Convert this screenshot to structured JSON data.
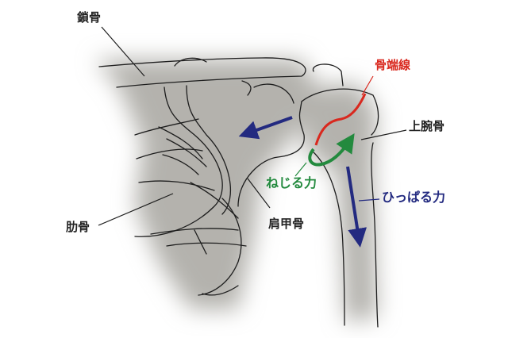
{
  "labels": {
    "clavicle": "鎖骨",
    "growth_plate": "骨端線",
    "humerus": "上腕骨",
    "twisting_force": "ねじる力",
    "pulling_force": "ひっぱる力",
    "ribs": "肋骨",
    "scapula": "肩甲骨"
  },
  "colors": {
    "growth_plate": "#d9281e",
    "twisting_force": "#238a3e",
    "pulling_force": "#232a80",
    "text": "#222222",
    "bone_shade": "#b4b2ad",
    "outline": "#1e1e1e"
  }
}
